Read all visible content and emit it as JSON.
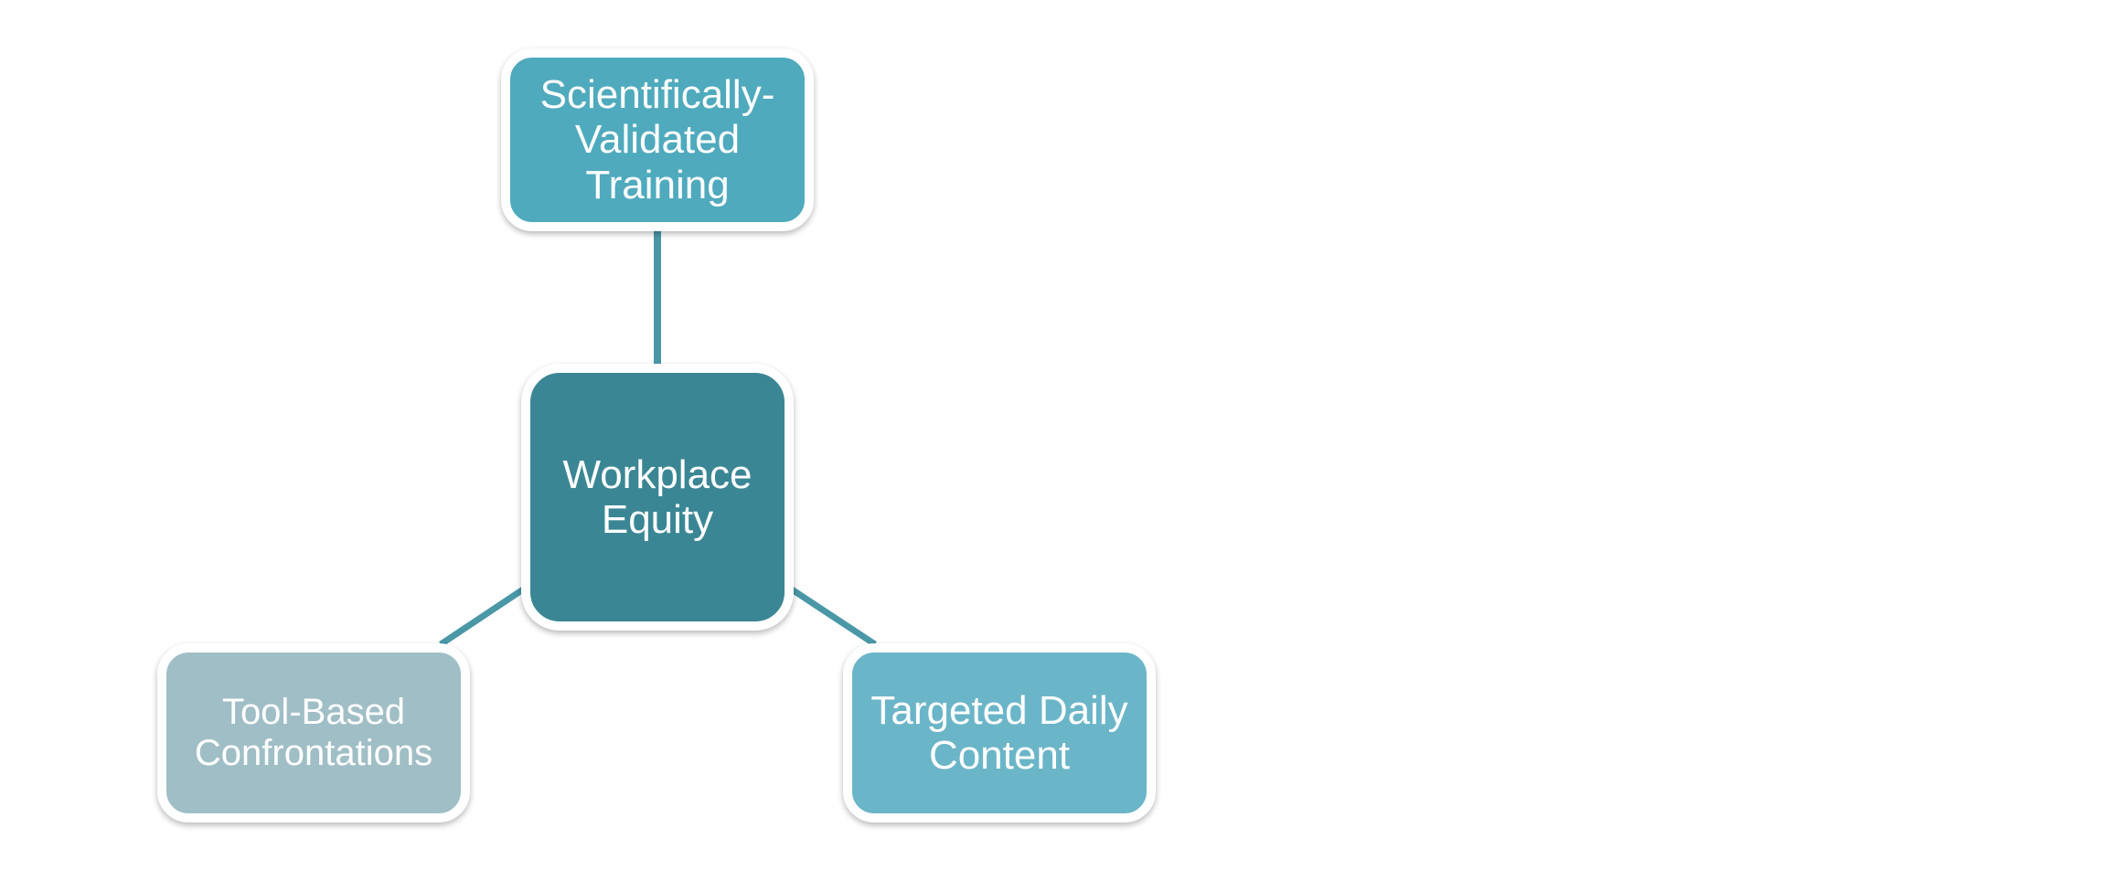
{
  "diagram": {
    "center": {
      "label": "Workplace Equity",
      "color": "#3b8694"
    },
    "nodes": {
      "top": {
        "label": "Scientifically-Validated Training",
        "color": "#4faabd"
      },
      "left": {
        "label": "Tool-Based Confrontations",
        "color": "#a0bec6"
      },
      "right": {
        "label": "Targeted Daily Content",
        "color": "#6bb5c8"
      }
    },
    "connector_color": "#4a97a7"
  }
}
